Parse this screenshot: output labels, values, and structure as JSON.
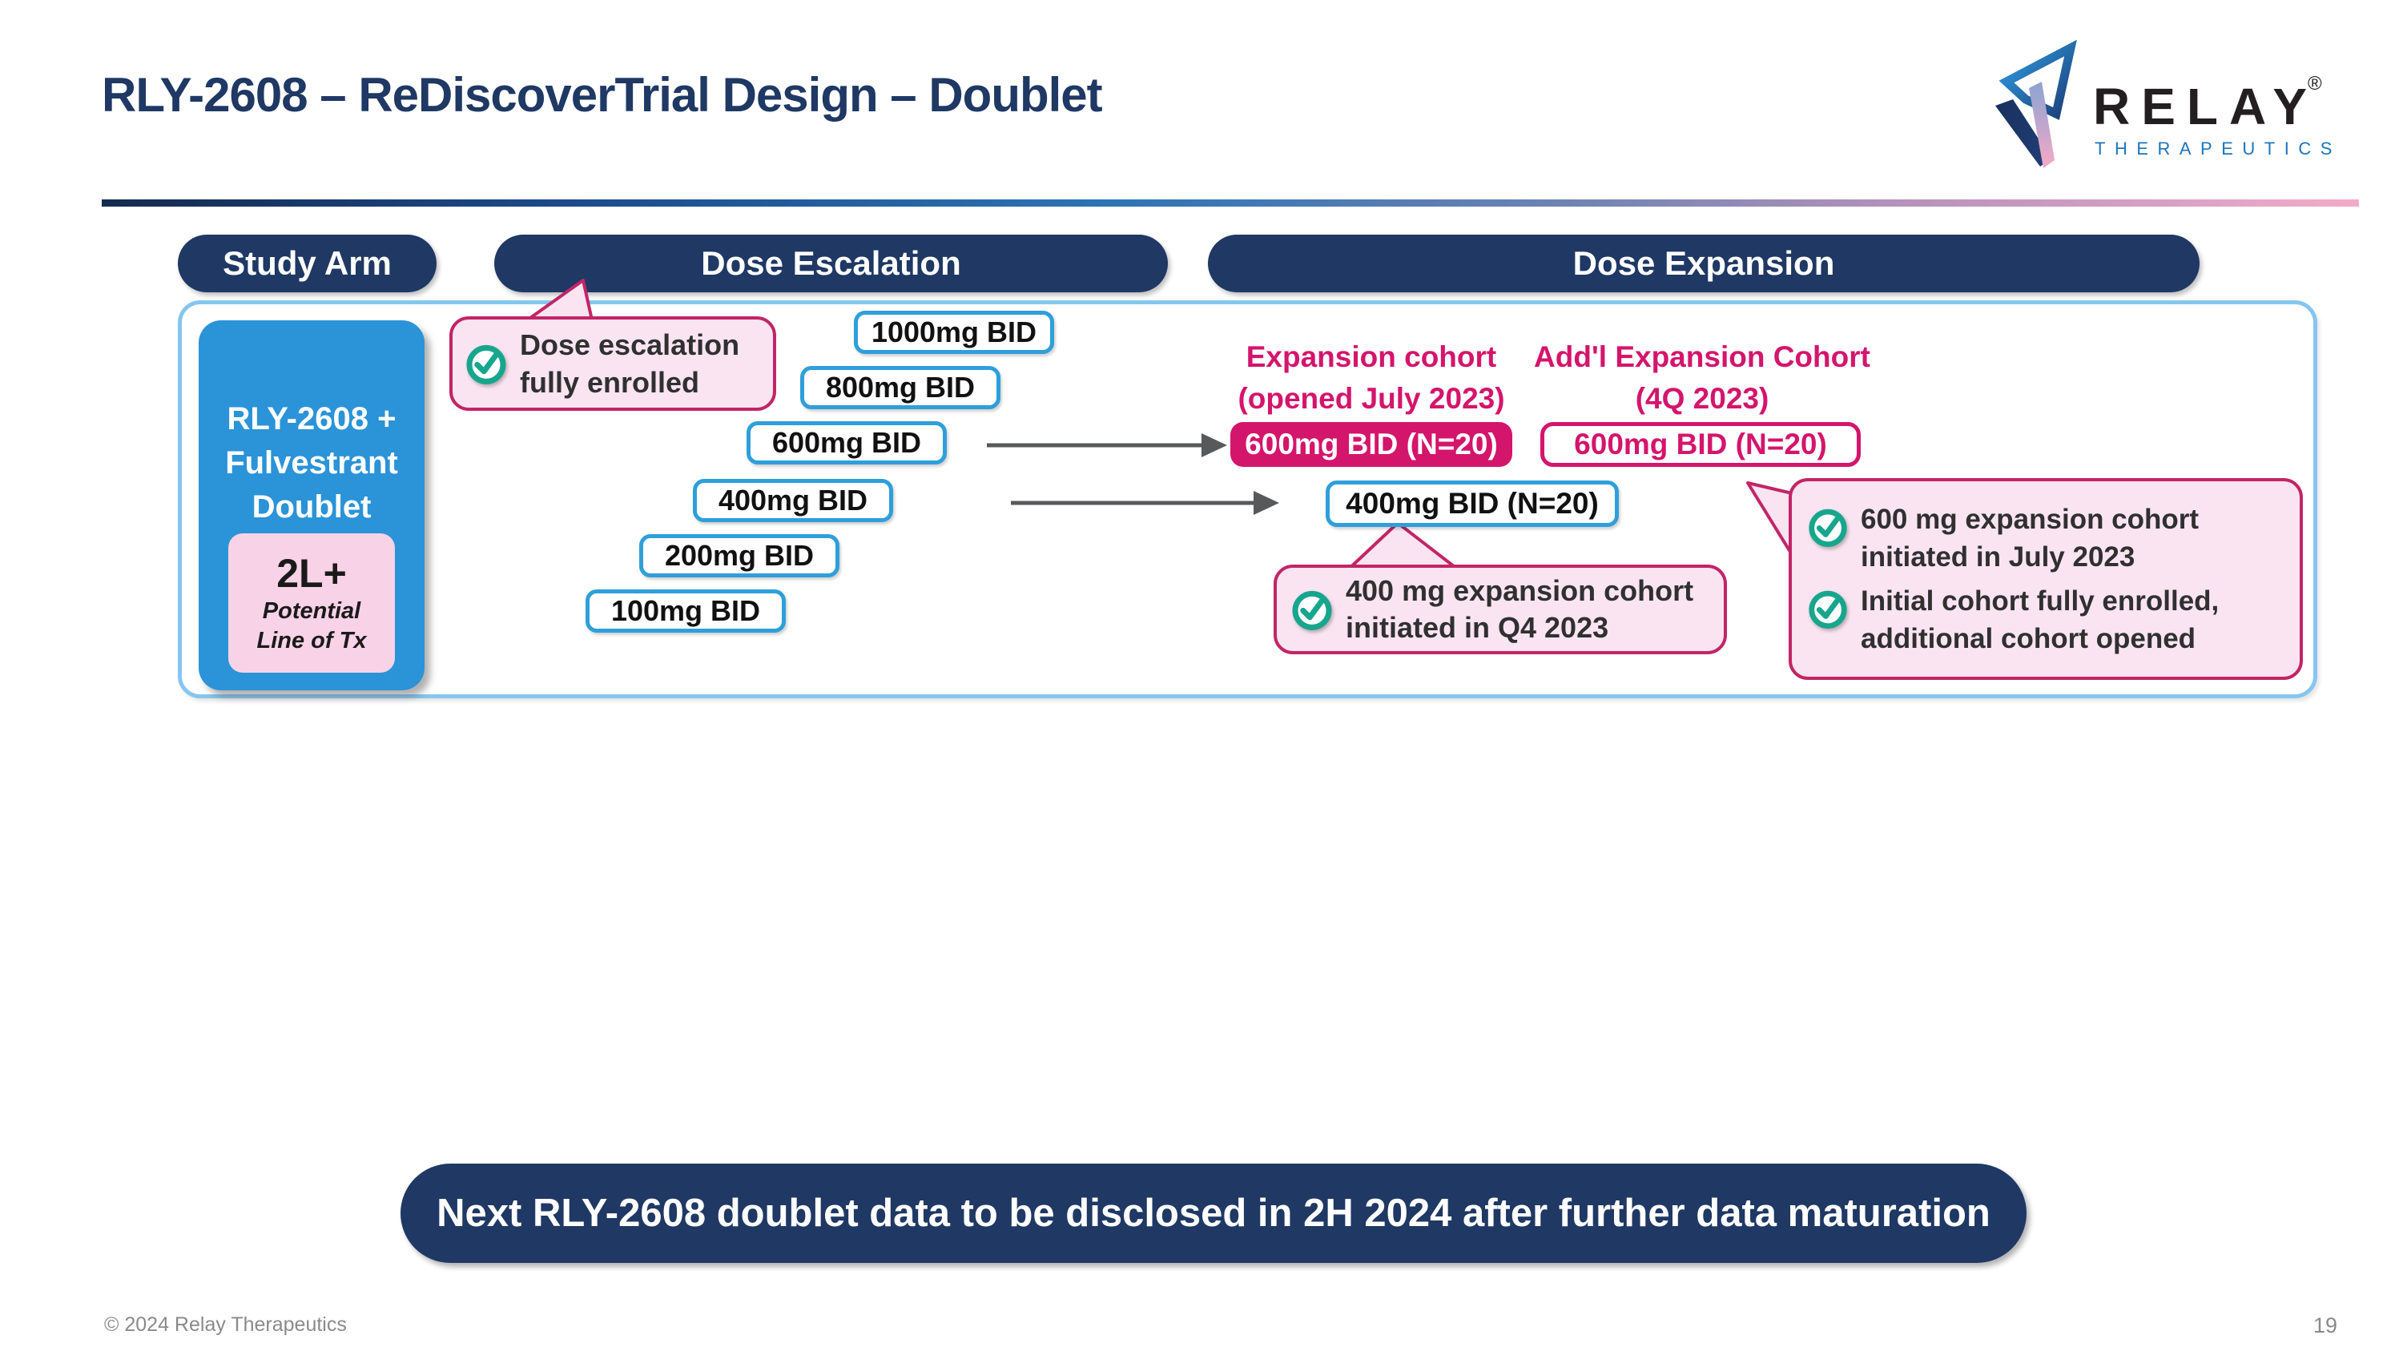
{
  "slide": {
    "title": "RLY-2608 – ReDiscoverTrial Design – Doublet",
    "banner": "Next RLY-2608 doublet data to be disclosed in 2H 2024 after further data maturation",
    "footer_copyright": "© 2024 Relay Therapeutics",
    "page_number": "19"
  },
  "logo": {
    "brand": "RELAY",
    "registered": "®",
    "sub": "THERAPEUTICS"
  },
  "headers": {
    "study_arm": "Study Arm",
    "dose_escalation": "Dose Escalation",
    "dose_expansion": "Dose Expansion"
  },
  "study_arm": {
    "line1": "RLY-2608 +",
    "line2": "Fulvestrant",
    "line3": "Doublet",
    "badge_title": "2L+",
    "badge_line1": "Potential",
    "badge_line2": "Line of Tx"
  },
  "escalation": {
    "callout": {
      "line1": "Dose escalation",
      "line2": "fully enrolled"
    },
    "doses": [
      "1000mg BID",
      "800mg BID",
      "600mg BID",
      "400mg BID",
      "200mg BID",
      "100mg BID"
    ]
  },
  "expansion": {
    "cohort1": {
      "title_line1": "Expansion cohort",
      "title_line2": "(opened July 2023)",
      "box": "600mg BID (N=20)"
    },
    "cohort2": {
      "title_line1": "Add'l Expansion Cohort",
      "title_line2": "(4Q 2023)",
      "box": "600mg BID (N=20)"
    },
    "box_400": "400mg BID (N=20)",
    "callout_400": {
      "line1": "400 mg expansion cohort",
      "line2": "initiated in Q4 2023"
    },
    "callout_600": {
      "item1_line1": "600 mg expansion cohort",
      "item1_line2": "initiated in July 2023",
      "item2_line1": "Initial cohort fully enrolled,",
      "item2_line2": "additional cohort opened"
    }
  },
  "colors": {
    "navy": "#1F3864",
    "study_blue": "#2B93D8",
    "dose_border_blue": "#2E9FDA",
    "magenta": "#D4156C",
    "callout_border": "#C22566",
    "callout_fill": "#FAE4F1",
    "badge_pink": "#F8D2E6",
    "check_teal": "#17A68D",
    "arrow_gray": "#58595B",
    "container_border": "#85C6F0",
    "logo_blue": "#1C75BC"
  }
}
